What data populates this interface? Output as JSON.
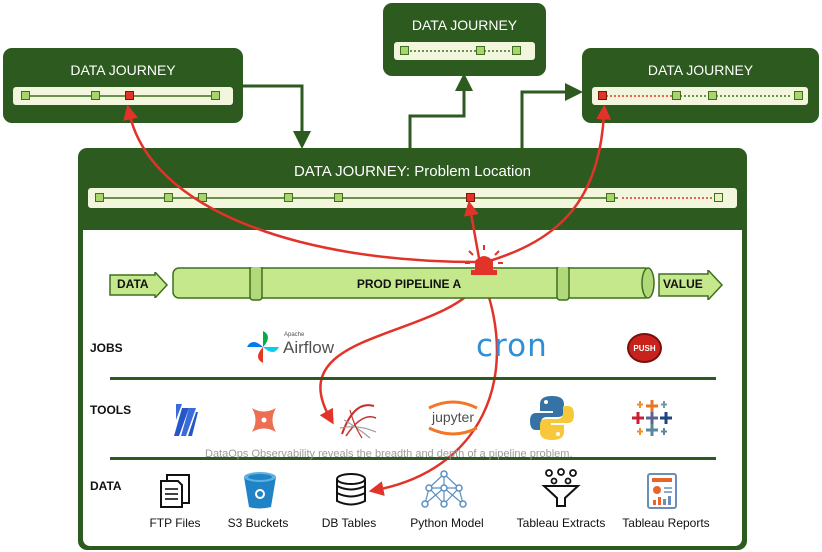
{
  "journeys": {
    "left_title": "DATA JOURNEY",
    "top_title": "DATA JOURNEY",
    "right_title": "DATA JOURNEY",
    "main_title": "DATA JOURNEY: Problem Location"
  },
  "pipeline": {
    "input_label": "DATA",
    "name": "PROD PIPELINE A",
    "output_label": "VALUE"
  },
  "rows": {
    "jobs_label": "JOBS",
    "tools_label": "TOOLS",
    "data_label": "DATA"
  },
  "jobs": {
    "airflow_small": "Apache",
    "airflow": "Airflow",
    "cron": "cron",
    "push": "PUSH"
  },
  "tools": {
    "jupyter": "jupyter"
  },
  "caption": "DataOps Observability reveals the breadth and depth of a pipeline problem.",
  "data_items": [
    {
      "label": "FTP Files",
      "icon": "document-icon"
    },
    {
      "label": "S3 Buckets",
      "icon": "bucket-icon"
    },
    {
      "label": "DB Tables",
      "icon": "database-icon"
    },
    {
      "label": "Python Model",
      "icon": "network-icon"
    },
    {
      "label": "Tableau Extracts",
      "icon": "funnel-icon"
    },
    {
      "label": "Tableau Reports",
      "icon": "report-icon"
    }
  ],
  "colors": {
    "box_green": "#2d5a1f",
    "alert_red": "#e2332a",
    "pipe_green": "#c5e88c",
    "node_green": "#a9d46d"
  }
}
